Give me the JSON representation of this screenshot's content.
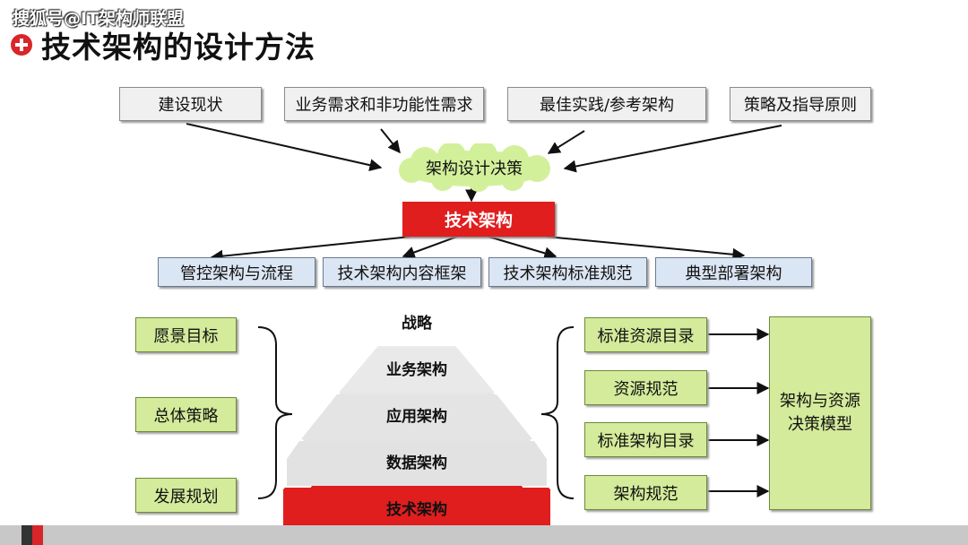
{
  "watermark": "搜狐号@IT架构师联盟",
  "title": "技术架构的设计方法",
  "inputs": [
    "建设现状",
    "业务需求和非功能性需求",
    "最佳实践/参考架构",
    "策略及指导原则"
  ],
  "cloud_label": "架构设计决策",
  "center_label": "技术架构",
  "outputs": [
    "管控架构与流程",
    "技术架构内容框架",
    "技术架构标准规范",
    "典型部署架构"
  ],
  "left_items": [
    "愿景目标",
    "总体策略",
    "发展规划"
  ],
  "pyramid_levels": [
    "战略",
    "业务架构",
    "应用架构",
    "数据架构",
    "技术架构"
  ],
  "right_items": [
    "标准资源目录",
    "资源规范",
    "标准架构目录",
    "架构规范"
  ],
  "model_line1": "架构与资源",
  "model_line2": "决策模型",
  "colors": {
    "red": "#e01e1e",
    "green_fill": "#d3eb9a",
    "blue_fill": "#dbe6f4",
    "grey_fill": "#f0f0f0",
    "cloud": "#d2f09a"
  }
}
